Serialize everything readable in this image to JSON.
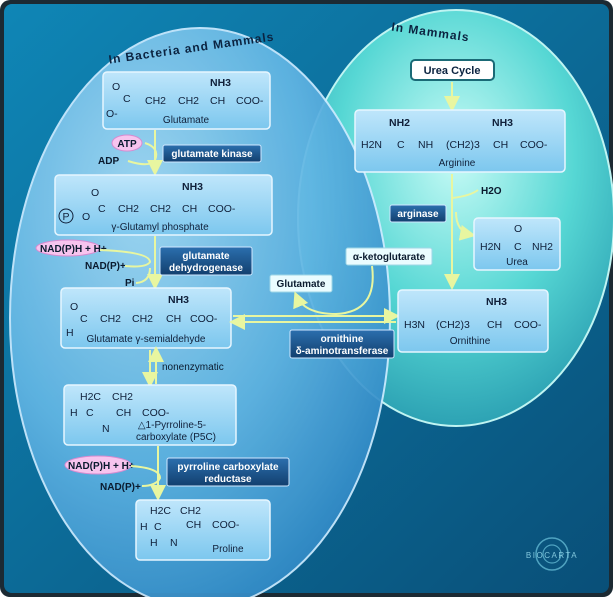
{
  "regions": {
    "bacteria_mammals_title": "In Bacteria and Mammals",
    "mammals_title": "In Mammals"
  },
  "urea_cycle_label": "Urea Cycle",
  "molecules": {
    "glutamate": {
      "name": "Glutamate",
      "nh3_label": "NH3",
      "o_label": "O",
      "o_minus_label": "O-",
      "c_label": "C",
      "ch2_label": "CH2",
      "ch_label": "CH",
      "coo_label": "COO-"
    },
    "glutamyl_phosphate": {
      "name": "γ-Glutamyl phosphate",
      "p_label": "P",
      "o_label": "O",
      "c_label": "C",
      "ch2_label": "CH2",
      "ch_label": "CH",
      "nh3_label": "NH3",
      "coo_label": "COO-"
    },
    "semialdehyde": {
      "name": "Glutamate γ-semialdehyde",
      "o_label": "O",
      "h_label": "H",
      "c_label": "C",
      "ch2_label": "CH2",
      "ch_label": "CH",
      "nh3_label": "NH3",
      "coo_label": "COO-"
    },
    "p5c": {
      "name_line1": "△1-Pyrroline-5-",
      "name_line2": "carboxylate (P5C)",
      "h2c_label": "H2C",
      "ch2_label": "CH2",
      "h_label": "H",
      "c_label": "C",
      "n_label": "N",
      "ch_label": "CH",
      "coo_label": "COO-"
    },
    "proline": {
      "name": "Proline",
      "h2c_label": "H2C",
      "ch2_label": "CH2",
      "h_label": "H",
      "c_label": "C",
      "n_label": "N",
      "ch_label": "CH",
      "coo_label": "COO-"
    },
    "arginine": {
      "name": "Arginine",
      "nh2_label": "NH2",
      "nh3_label": "NH3",
      "h2n_label": "H2N",
      "c_label": "C",
      "nh_label": "NH",
      "ch2_3_label": "(CH2)3",
      "ch_label": "CH",
      "coo_label": "COO-"
    },
    "urea": {
      "name": "Urea",
      "o_label": "O",
      "h2n_label": "H2N",
      "c_label": "C",
      "nh2_label": "NH2"
    },
    "ornithine": {
      "name": "Ornithine",
      "nh3_label": "NH3",
      "h3n_label": "H3N",
      "ch2_3_label": "(CH2)3",
      "ch_label": "CH",
      "coo_label": "COO-"
    }
  },
  "enzymes": {
    "glutamate_kinase": "glutamate kinase",
    "glutamate_dehydrogenase_line1": "glutamate",
    "glutamate_dehydrogenase_line2": "dehydrogenase",
    "pyrroline_reductase_line1": "pyrroline carboxylate",
    "pyrroline_reductase_line2": "reductase",
    "arginase": "arginase",
    "ornithine_aminotransferase_line1": "ornithine",
    "ornithine_aminotransferase_line2": "δ-aminotransferase"
  },
  "cofactors": {
    "atp": "ATP",
    "adp": "ADP",
    "nadph_h_1": "NAD(P)H + H+",
    "nadp_1": "NAD(P)+",
    "pi": "Pi",
    "nadph_h_2": "NAD(P)H + H+",
    "nadp_2": "NAD(P)+",
    "nonenzymatic": "nonenzymatic",
    "h2o": "H2O",
    "alpha_ketoglutarate": "α-ketoglutarate",
    "glutamate_out": "Glutamate"
  },
  "watermark": "BIOCARTA",
  "colors": {
    "background": "#0d6f9c",
    "frame": "#1c2a33",
    "left_ellipse": "#5fb6e4",
    "right_ellipse": "#3ec8c9",
    "enzyme_box": "#1a4f86",
    "arrow": "#e8f6a0",
    "pill": "#f7c4ee"
  }
}
